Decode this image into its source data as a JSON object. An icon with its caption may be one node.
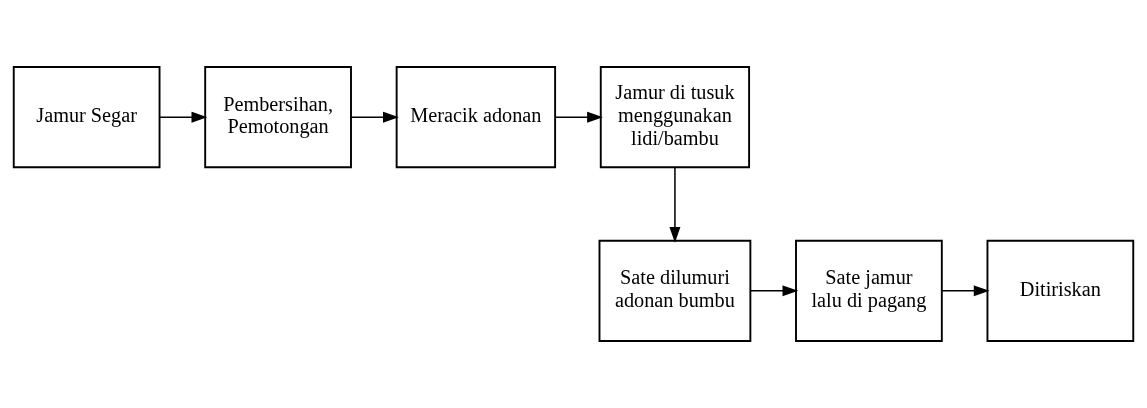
{
  "diagram": {
    "nodes": [
      {
        "text": [
          "Jamur Segar"
        ]
      },
      {
        "text": [
          "Pembersihan, Pemotongan"
        ]
      },
      {
        "text": [
          "Meracik adonan"
        ]
      },
      {
        "text": [
          "Jamur di tusuk menggunakan lidi/bambu"
        ]
      },
      {
        "text": [
          "Sate dilumuri adonan bumbu"
        ]
      },
      {
        "text": [
          "Sate jamur lalu di pagang"
        ]
      },
      {
        "text": [
          "Ditiriskan"
        ]
      }
    ],
    "edges": [
      {
        "from": 0,
        "to": 1,
        "arrow": "to"
      },
      {
        "from": 1,
        "to": 2,
        "arrow": "to"
      },
      {
        "from": 2,
        "to": 3,
        "arrow": "to"
      },
      {
        "from": 3,
        "to": 4,
        "arrow": "to"
      },
      {
        "from": 4,
        "to": 5,
        "arrow": "to"
      },
      {
        "from": 5,
        "to": 6,
        "arrow": "to"
      }
    ]
  }
}
